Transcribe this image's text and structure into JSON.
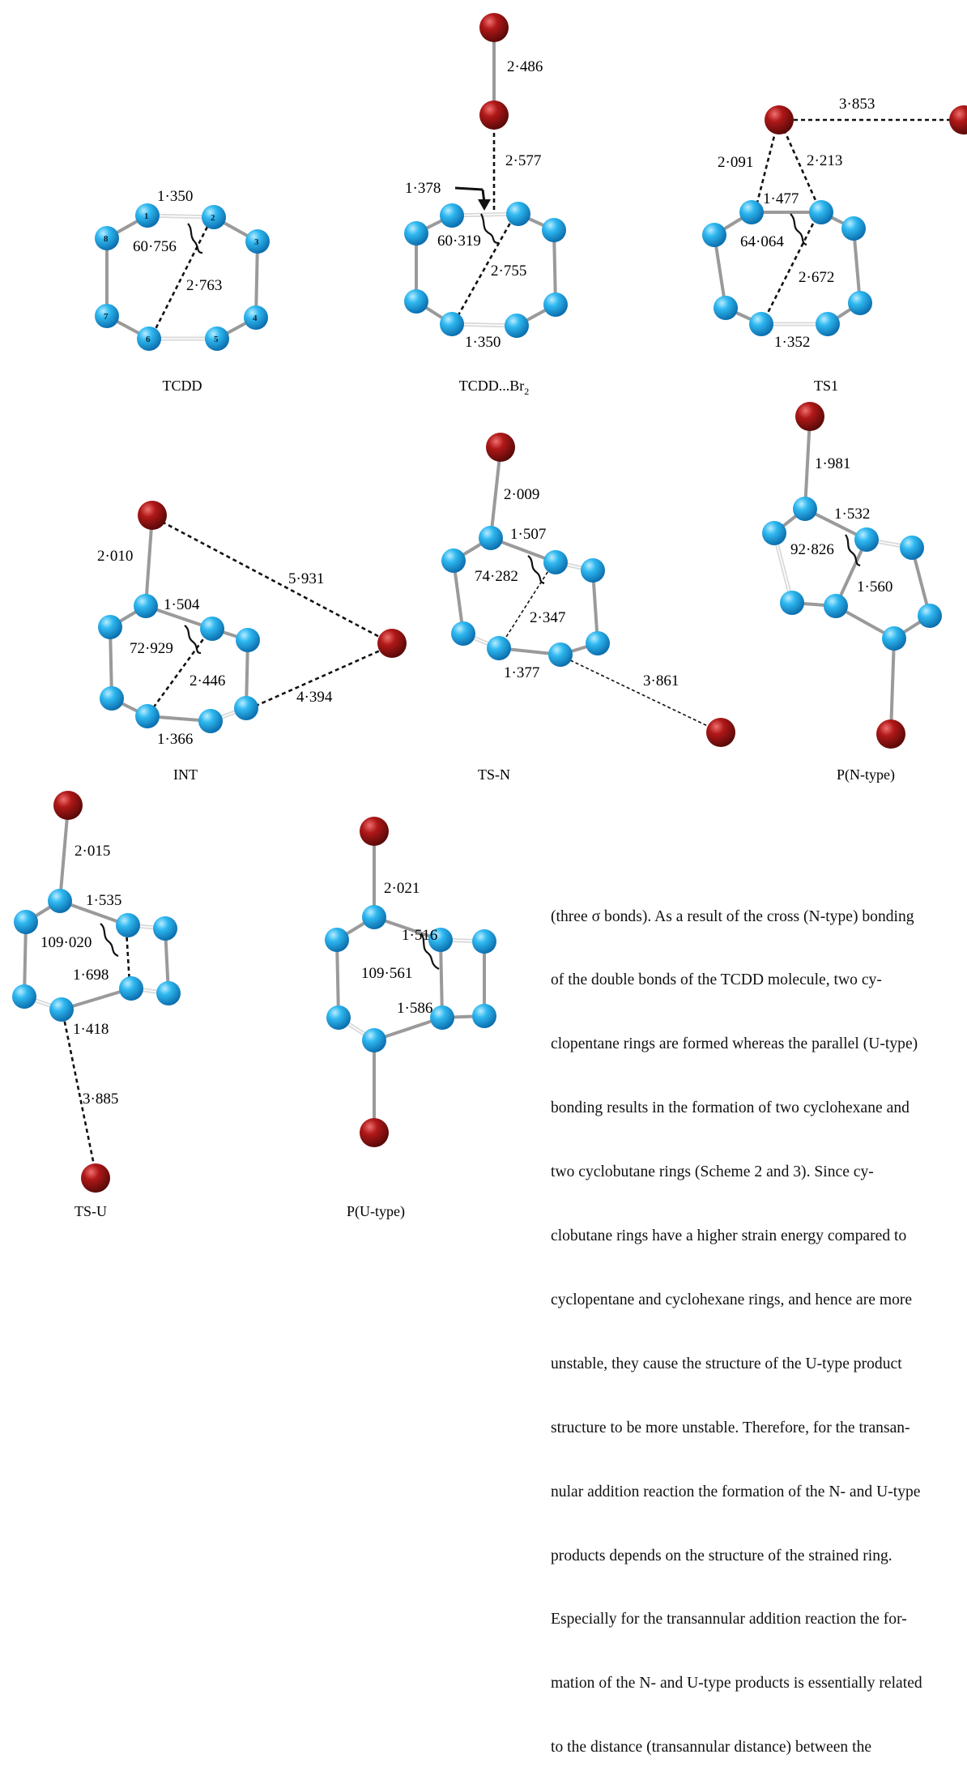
{
  "panels": {
    "tcdd": {
      "caption": "TCDD",
      "labels": [
        "1·350",
        "60·756",
        "2·763"
      ],
      "atom_numbers": [
        "1",
        "2",
        "3",
        "4",
        "5",
        "6",
        "7",
        "8"
      ]
    },
    "tcdd_br2": {
      "caption": "TCDD...Br",
      "caption_sub": "2",
      "labels": [
        "2·486",
        "2·577",
        "1·378",
        "60·319",
        "2·755",
        "1·350"
      ]
    },
    "ts1": {
      "caption": "TS1",
      "labels": [
        "3·853",
        "2·091",
        "2·213",
        "1·477",
        "64·064",
        "2·672",
        "1·352"
      ]
    },
    "int": {
      "caption": "INT",
      "labels": [
        "2·010",
        "5·931",
        "1·504",
        "72·929",
        "2·446",
        "4·394",
        "1·366"
      ]
    },
    "ts_n": {
      "caption": "TS-N",
      "labels": [
        "2·009",
        "1·507",
        "74·282",
        "2·347",
        "1·377",
        "3·861"
      ]
    },
    "p_n": {
      "caption": "P(N-type)",
      "labels": [
        "1·981",
        "1·532",
        "92·826",
        "1·560"
      ]
    },
    "ts_u": {
      "caption": "TS-U",
      "labels": [
        "2·015",
        "1·535",
        "109·020",
        "1·698",
        "1·418",
        "3·885"
      ]
    },
    "p_u": {
      "caption": "P(U-type)",
      "labels": [
        "2·021",
        "1·516",
        "109·561",
        "1·586"
      ]
    }
  },
  "paragraph_lines": [
    "(three σ bonds). As a result of the cross (N-type) bonding",
    "of the double bonds of the TCDD molecule, two cy-",
    "clopentane rings are formed whereas the parallel (U-type)",
    "bonding results in the formation of two cyclohexane and",
    "two cyclobutane rings (Scheme 2 and 3). Since cy-",
    "clobutane rings have a higher strain energy compared to",
    "cyclopentane and cyclohexane rings, and hence are more",
    "unstable, they cause the structure of the U-type product",
    "structure to be more unstable. Therefore, for the transan-",
    "nular addition reaction the formation of the N- and U-type",
    "products depends on the structure of the strained ring.",
    "Especially for the transannular addition reaction the for-",
    "mation of the N- and U-type products is essentially related",
    "to the distance (transannular distance) between the"
  ],
  "colors": {
    "carbon": "#1aa6e6",
    "bromine": "#9c1414",
    "bond": "#9a9a9a"
  }
}
